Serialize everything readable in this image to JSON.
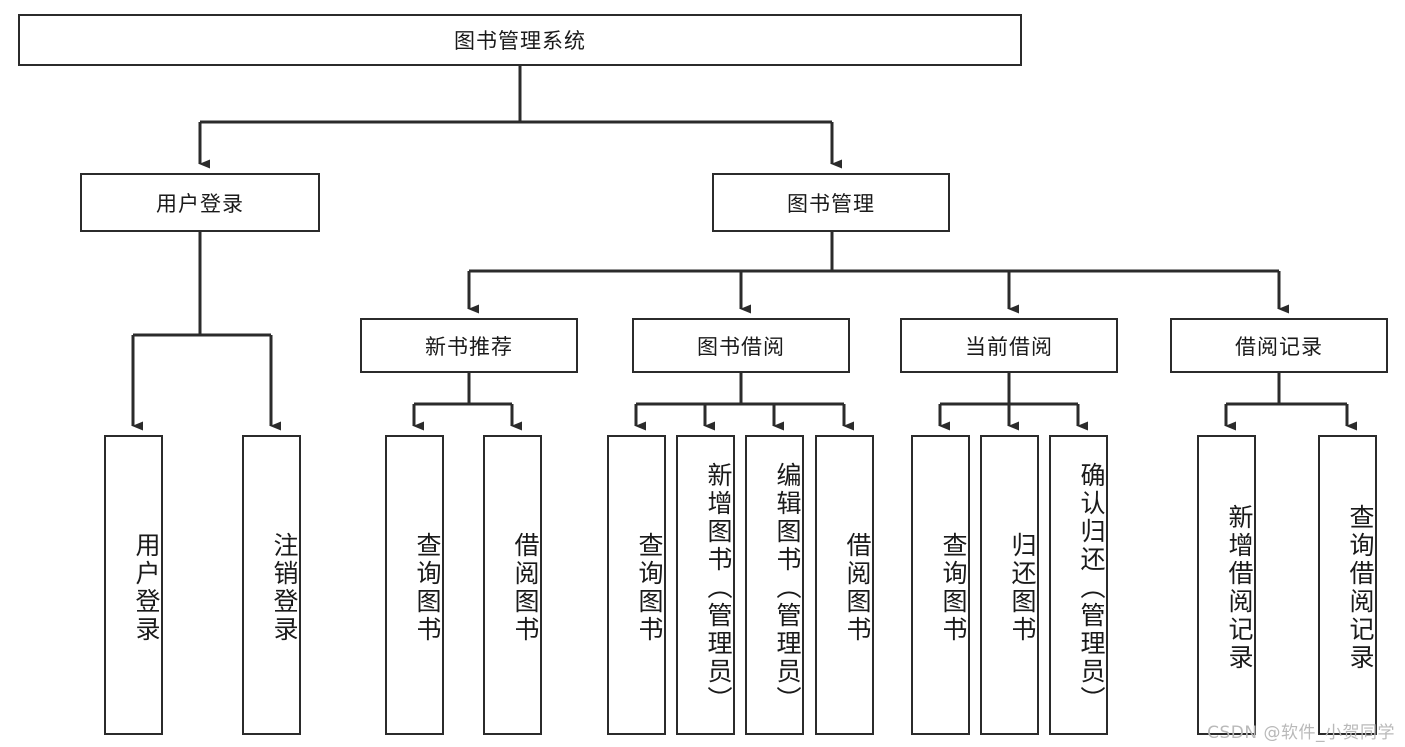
{
  "diagram": {
    "title": "图书管理系统",
    "type": "hierarchy-tree",
    "watermark": "CSDN @软件_小贺同学",
    "colors": {
      "border": "#2b2b2b",
      "text": "#1a1a1a",
      "background": "#ffffff",
      "watermark": "#b9b9b9"
    },
    "nodes": {
      "root": {
        "label": "图书管理系统",
        "level": 1
      },
      "level2": [
        {
          "id": "user-login",
          "label": "用户登录"
        },
        {
          "id": "book-manage",
          "label": "图书管理"
        }
      ],
      "level3": [
        {
          "id": "new-book-recommend",
          "label": "新书推荐"
        },
        {
          "id": "book-borrow",
          "label": "图书借阅"
        },
        {
          "id": "current-borrow",
          "label": "当前借阅"
        },
        {
          "id": "borrow-record",
          "label": "借阅记录"
        }
      ],
      "leaves": [
        {
          "id": "leaf-user-login",
          "label": "用户登录",
          "parent": "user-login"
        },
        {
          "id": "leaf-logout",
          "label": "注销登录",
          "parent": "user-login"
        },
        {
          "id": "leaf-query-book-1",
          "label": "查询图书",
          "parent": "new-book-recommend"
        },
        {
          "id": "leaf-borrow-book-1",
          "label": "借阅图书",
          "parent": "new-book-recommend"
        },
        {
          "id": "leaf-query-book-2",
          "label": "查询图书",
          "parent": "book-borrow"
        },
        {
          "id": "leaf-add-book",
          "label": "新增图书（管理员）",
          "parent": "book-borrow"
        },
        {
          "id": "leaf-edit-book",
          "label": "编辑图书（管理员）",
          "parent": "book-borrow"
        },
        {
          "id": "leaf-borrow-book-2",
          "label": "借阅图书",
          "parent": "book-borrow"
        },
        {
          "id": "leaf-query-book-3",
          "label": "查询图书",
          "parent": "current-borrow"
        },
        {
          "id": "leaf-return-book",
          "label": "归还图书",
          "parent": "current-borrow"
        },
        {
          "id": "leaf-confirm-return",
          "label": "确认归还（管理员）",
          "parent": "current-borrow"
        },
        {
          "id": "leaf-add-record",
          "label": "新增借阅记录",
          "parent": "borrow-record"
        },
        {
          "id": "leaf-query-record",
          "label": "查询借阅记录",
          "parent": "borrow-record"
        }
      ]
    }
  }
}
